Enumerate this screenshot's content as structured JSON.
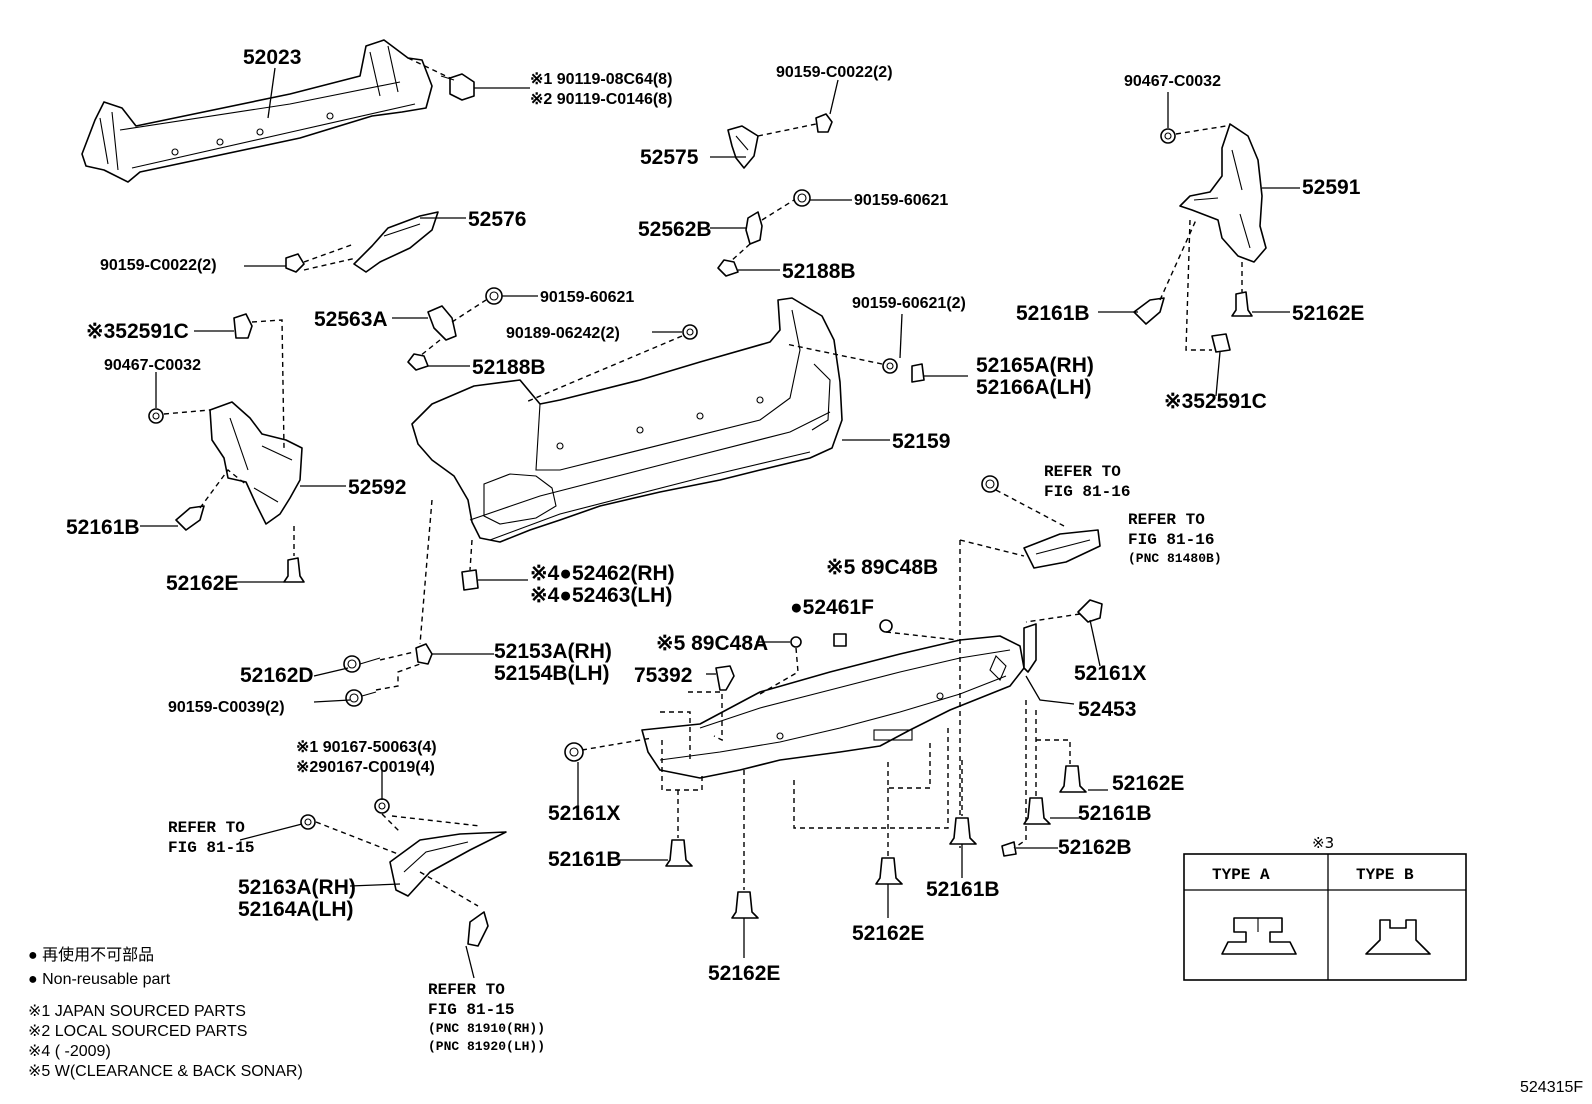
{
  "labels": {
    "p52023": "52023",
    "b1": "※1 90119-08C64(8)",
    "b2": "※2 90119-C0146(8)",
    "c1": "90159-C0022(2)",
    "p52575": "52575",
    "p90467a": "90467-C0032",
    "p52591": "52591",
    "p52576": "52576",
    "c2": "90159-C0022(2)",
    "p52562B": "52562B",
    "s1": "90159-60621",
    "p52188Ba": "52188B",
    "p52563A": "52563A",
    "s2": "90159-60621",
    "p52188Bb": "52188B",
    "p52591Ca": "※352591C",
    "p90467b": "90467-C0032",
    "p90189": "90189-06242(2)",
    "s3": "90159-60621(2)",
    "p52165A": "52165A(RH)",
    "p52166A": "52166A(LH)",
    "p52161Ba": "52161B",
    "p52162Ea": "52162E",
    "p52591Cb": "※352591C",
    "p52159": "52159",
    "p52592": "52592",
    "p52161Bb": "52161B",
    "ref1a": "REFER TO",
    "ref1b": "FIG 81-16",
    "ref2a": "REFER TO",
    "ref2b": "FIG 81-16",
    "ref2c": "(PNC 81480B)",
    "p52162Eb": "52162E",
    "p52462": "※4●52462(RH)",
    "p52463": "※4●52463(LH)",
    "p89C48Ba": "※5 89C48B",
    "p52461F": "●52461F",
    "p52153A": "52153A(RH)",
    "p52154B": "52154B(LH)",
    "p89C48A": "※5 89C48A",
    "p52162D": "52162D",
    "p75392": "75392",
    "p52161Xa": "52161X",
    "c39": "90159-C0039(2)",
    "p52453": "52453",
    "n1": "※1 90167-50063(4)",
    "n2": "※290167-C0019(4)",
    "p52161Xb": "52161X",
    "p52162Ec": "52162E",
    "p52161Bc": "52161B",
    "ref3a": "REFER TO",
    "ref3b": "FIG 81-15",
    "p52161Bd": "52161B",
    "p52162B": "52162B",
    "p52163A": "52163A(RH)",
    "p52164A": "52164A(LH)",
    "p52161Be": "52161B",
    "p52162Ed": "52162E",
    "p52162Ee": "52162E",
    "ref4a": "REFER TO",
    "ref4b": "FIG 81-15",
    "ref4c": "(PNC 81910(RH))",
    "ref4d": "(PNC 81920(LH))",
    "leg1": "● 再使用不可部品",
    "leg2": "● Non-reusable part",
    "leg3": "※1 JAPAN SOURCED PARTS",
    "leg4": "※2 LOCAL SOURCED PARTS",
    "leg5": "※4 (        -2009)",
    "leg6": "※5 W(CLEARANCE & BACK SONAR)",
    "type_mark": "※3",
    "type_a": "TYPE  A",
    "type_b": "TYPE  B",
    "doc_id": "524315F"
  }
}
